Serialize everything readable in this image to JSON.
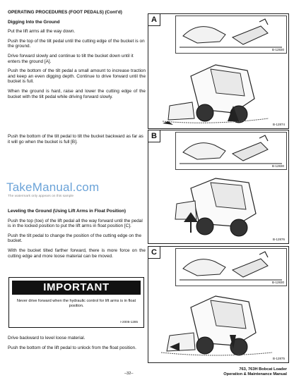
{
  "page": {
    "header": {
      "title": "OPERATING PROCEDURES (FOOT PEDALS) (Cont'd)"
    },
    "digging": {
      "subtitle": "Digging Into the Ground",
      "paragraphs": [
        "Put the lift arms all the way down.",
        "Push the top of the tilt pedal until the cutting edge of the bucket is on the ground.",
        "Drive forward slowly and continue to tilt the bucket down until it enters the ground [A].",
        "Push the bottom of the tilt pedal a small amount to increase traction and keep an even digging depth. Continue to drive forward until the bucket is full.",
        "When the ground is hard, raise and lower the cutting edge of the bucket with the tilt pedal while driving forward slowly."
      ]
    },
    "backward_para": "Push the bottom of the tilt pedal to tilt the bucket backward as far as it will go when the bucket is full [B].",
    "watermark": {
      "title": "TakeManual.com",
      "subtitle": "The watermark only appears on this sample"
    },
    "leveling": {
      "subtitle": "Leveling the Ground (Using Lift Arms in Float Position)",
      "paragraphs": [
        "Push the top (toe) of the lift pedal all the way forward until the pedal is in the locked position to put the lift arms in float position [C].",
        "Push the tilt pedal to change the position of the cutting edge on the bucket.",
        "With the bucket tilted farther forward, there is more force on the cutting edge and more loose material can be moved."
      ]
    },
    "important": {
      "label": "IMPORTANT",
      "text": "Never drive forward when the hydraulic control for lift arms is in float position.",
      "code": "I-2005-1285"
    },
    "closing": [
      "Drive backward to level loose material.",
      "Push the bottom of the lift pedal to unlock from the float position."
    ],
    "figures": [
      {
        "letter": "A",
        "inset_code": "B-12830",
        "main_code": "B-12874"
      },
      {
        "letter": "B",
        "inset_code": "B-12830",
        "main_code": "B-12876"
      },
      {
        "letter": "C",
        "inset_code": "B-12830",
        "main_code": "B-12875"
      }
    ],
    "footer": {
      "page_number": "–32–",
      "title_line1": "763, 763H Bobcat Loader",
      "title_line2": "Operation & Maintenance Manual"
    }
  }
}
